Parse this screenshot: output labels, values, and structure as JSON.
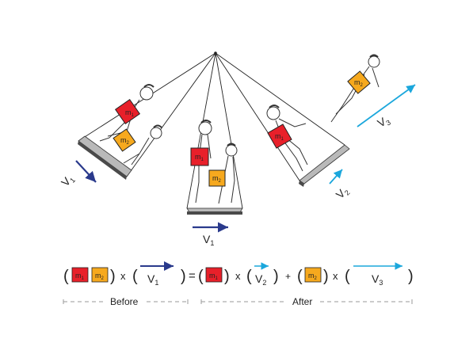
{
  "colors": {
    "rope": "#222222",
    "platform_top": "#b9b9b9",
    "platform_side": "#4a4a4a",
    "mass1": "#e8202a",
    "mass2": "#f6a91e",
    "velocity_before": "#2a3a8c",
    "velocity_after": "#1ba7dc",
    "separator": "#9a9a9a"
  },
  "swing": {
    "left_v_label": "V",
    "left_v_sub": "1",
    "center_v_label": "V",
    "center_v_sub": "1",
    "right_v_label": "V",
    "right_v_sub": "2",
    "jumper_v_label": "V",
    "jumper_v_sub": "3",
    "mass1_label": "m",
    "mass1_sub": "1",
    "mass2_label": "m",
    "mass2_sub": "2"
  },
  "equation": {
    "open_paren": "(",
    "close_paren": ")",
    "times": "x",
    "equals": "=",
    "plus": "+",
    "m1_label": "m",
    "m1_sub": "1",
    "m2_label": "m",
    "m2_sub": "2",
    "v1_label": "V",
    "v1_sub": "1",
    "v2_label": "V",
    "v2_sub": "2",
    "v3_label": "V",
    "v3_sub": "3"
  },
  "legend": {
    "before": "Before",
    "after": "After"
  }
}
